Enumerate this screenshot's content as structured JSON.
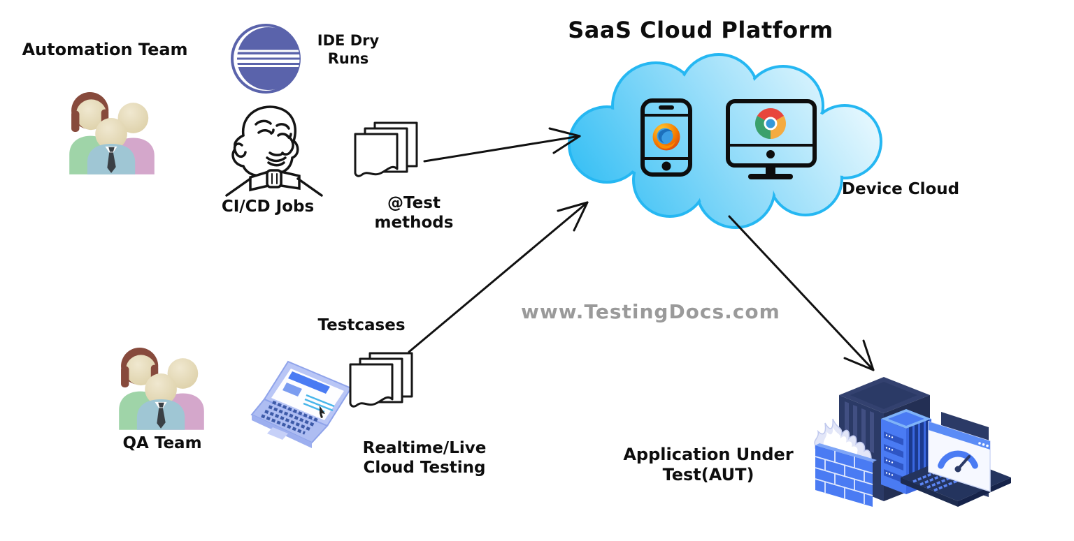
{
  "page": {
    "watermark": "www.TestingDocs.com",
    "background": "#ffffff"
  },
  "labels": {
    "automation_team": "Automation Team",
    "ide_dry_runs": {
      "lines": [
        "IDE Dry",
        "Runs"
      ]
    },
    "cicd_jobs": "CI/CD Jobs",
    "test_methods": {
      "lines": [
        "@Test",
        "methods"
      ]
    },
    "saas_cloud_platform": "SaaS Cloud Platform",
    "device_cloud": "Device Cloud",
    "qa_team": "QA Team",
    "testcases": "Testcases",
    "realtime_live": {
      "lines": [
        "Realtime/Live",
        "Cloud Testing"
      ]
    },
    "application_under_test": {
      "lines": [
        "Application Under",
        "Test(AUT)"
      ]
    }
  },
  "icons": {
    "automation_team_icon": "people-group",
    "qa_team_icon": "people-group",
    "eclipse_ide_icon": "eclipse-logo-circle-with-stripes",
    "jenkins_icon": "jenkins-butler-line-art",
    "test_methods_icon": "document-stack",
    "testcases_icon": "document-stack",
    "qa_laptop_icon": "isometric-laptop",
    "device_cloud_icon": "cloud",
    "mobile_firefox_icon": "smartphone-with-firefox-logo",
    "desktop_chrome_icon": "monitor-with-chrome-logo",
    "aut_icon": "server-firewall-laptop-isometric"
  },
  "colors": {
    "label_text": "#0d0d0d",
    "watermark_text": "#9a9a9a",
    "cloud_stroke": "#25b7f2",
    "cloud_fill_dark": "#2fbdf4",
    "cloud_fill_mid": "#9fe0fa",
    "cloud_fill_light": "#f6fdff",
    "eclipse_indigo": "#5a63ab",
    "firefox_orange": "#f57c00",
    "firefox_globe_blue": "#3b9de4",
    "chrome_red": "#e8453c",
    "chrome_green": "#3ba06c",
    "chrome_yellow": "#f4ab40",
    "chrome_blue": "#3598d8",
    "people_green": "#9fd4a8",
    "people_pink": "#d4a7cb",
    "people_blue": "#9fc6d4",
    "people_skin": "#e9dfc0",
    "people_hair": "#874a3c",
    "qa_laptop_blue": "#aebdf2",
    "aut_navy": "#2b3a66",
    "aut_blue": "#4a7bf3",
    "aut_light_blue": "#7fb3f9",
    "arrow_black": "#111111"
  }
}
